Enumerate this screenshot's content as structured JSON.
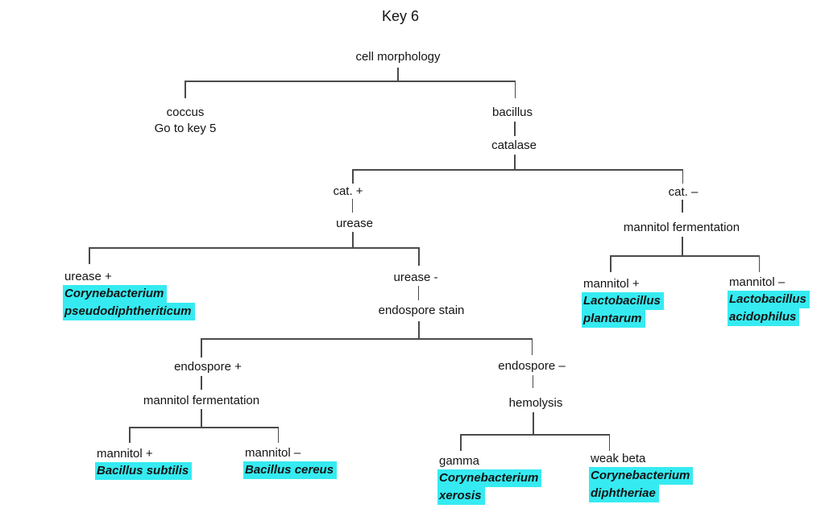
{
  "title": "Key 6",
  "colors": {
    "highlight": "#35ebf1",
    "line": "#4a4a4a",
    "text": "#141414"
  },
  "tree": {
    "root": {
      "label": "cell morphology"
    },
    "coccus": {
      "label": "coccus",
      "action": "Go to key 5"
    },
    "bacillus": {
      "label": "bacillus",
      "next_test": "catalase"
    },
    "catalase_pos": {
      "label": "cat. +",
      "next_test": "urease"
    },
    "catalase_neg": {
      "label": "cat. –",
      "next_test": "mannitol fermentation"
    },
    "urease_pos": {
      "label": "urease +",
      "species": {
        "line1": "Corynebacterium",
        "line2": "pseudodiphtheriticum"
      }
    },
    "urease_neg": {
      "label": "urease -",
      "next_test": "endospore stain"
    },
    "catneg_mannitol_pos": {
      "label": "mannitol +",
      "species": {
        "line1": "Lactobacillus",
        "line2": "plantarum"
      }
    },
    "catneg_mannitol_neg": {
      "label": "mannitol –",
      "species": {
        "line1": "Lactobacillus",
        "line2": "acidophilus"
      }
    },
    "endospore_pos": {
      "label": "endospore +",
      "next_test": "mannitol fermentation"
    },
    "endospore_neg": {
      "label": "endospore –",
      "next_test": "hemolysis"
    },
    "endo_mannitol_pos": {
      "label": "mannitol +",
      "species": {
        "line1": "Bacillus subtilis"
      }
    },
    "endo_mannitol_neg": {
      "label": "mannitol –",
      "species": {
        "line1": "Bacillus cereus"
      }
    },
    "hemolysis_gamma": {
      "label": "gamma",
      "species": {
        "line1": "Corynebacterium",
        "line2": "xerosis"
      }
    },
    "hemolysis_weak_beta": {
      "label": "weak beta",
      "species": {
        "line1": "Corynebacterium",
        "line2": "diphtheriae"
      }
    }
  }
}
